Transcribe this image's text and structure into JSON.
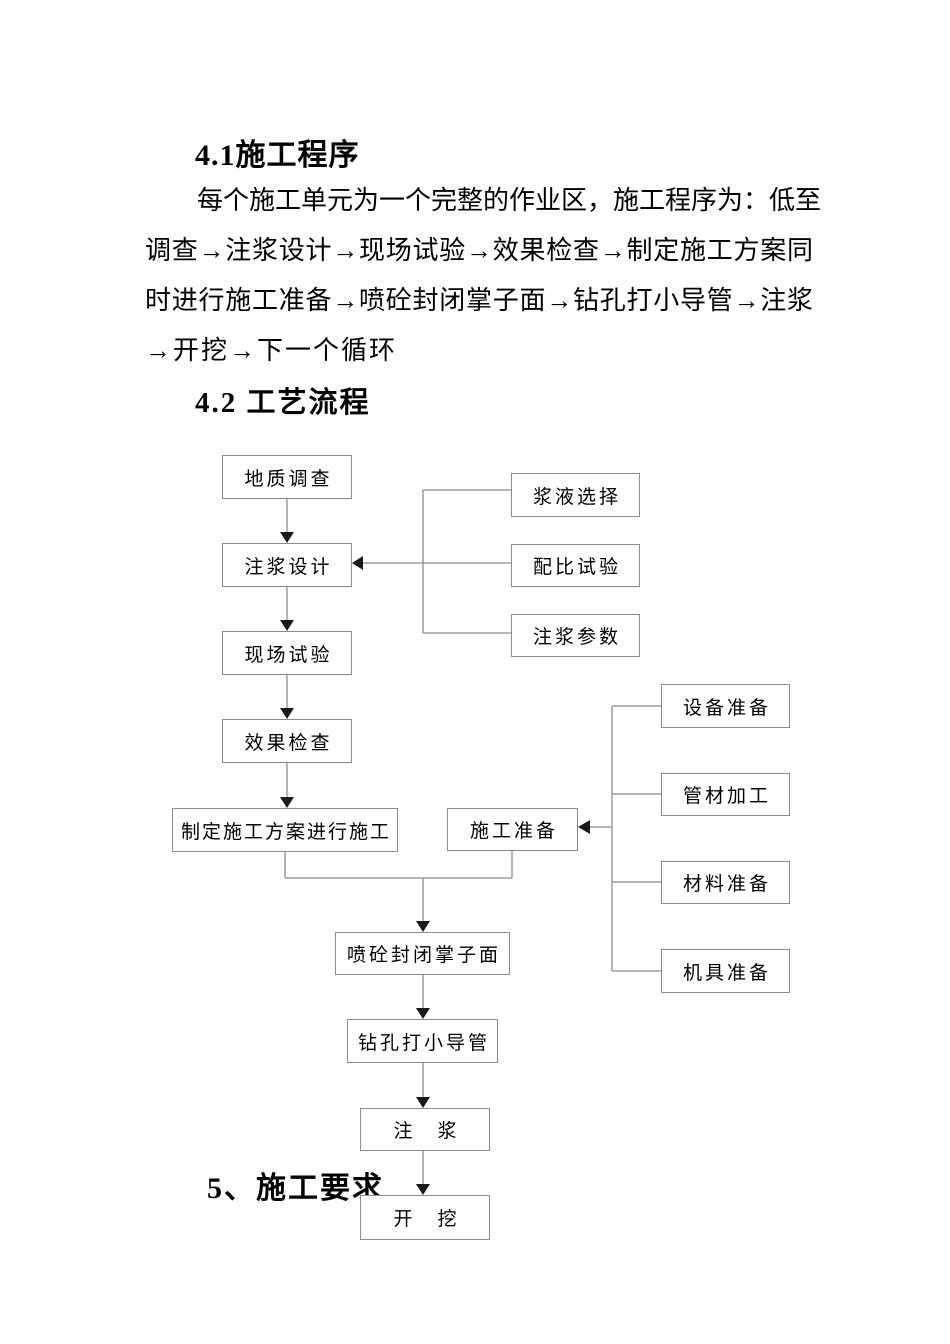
{
  "document": {
    "heading_4_1": "4.1施工程序",
    "paragraph": {
      "line_1": "每个施工单元为一个完整的作业区，施工程序为：低至",
      "line_2": "调查→注浆设计→现场试验→效果检查→制定施工方案同",
      "line_3": "时进行施工准备→喷砼封闭掌子面→钻孔打小导管→注浆",
      "line_4": "→开挖→下一个循环"
    },
    "heading_4_2": "4.2 工艺流程",
    "heading_5": "5、施工要求"
  },
  "flowchart": {
    "main": [
      {
        "label": "地质调查"
      },
      {
        "label": "注浆设计"
      },
      {
        "label": "现场试验"
      },
      {
        "label": "效果检查"
      },
      {
        "label": "制定施工方案进行施工"
      },
      {
        "label": "喷砼封闭掌子面"
      },
      {
        "label": "钻孔打小导管"
      },
      {
        "label": "注　浆"
      },
      {
        "label": "开　挖"
      }
    ],
    "design_inputs": [
      {
        "label": "浆液选择"
      },
      {
        "label": "配比试验"
      },
      {
        "label": "注浆参数"
      }
    ],
    "preparation": {
      "label": "施工准备"
    },
    "preparation_items": [
      {
        "label": "设备准备"
      },
      {
        "label": "管材加工"
      },
      {
        "label": "材料准备"
      },
      {
        "label": "机具准备"
      }
    ],
    "colors": {
      "background": "#ffffff",
      "text": "#000000",
      "box_border": "#8c8c8c",
      "connector_line": "#8c8c8c",
      "arrowhead": "#1a1a1a"
    }
  }
}
